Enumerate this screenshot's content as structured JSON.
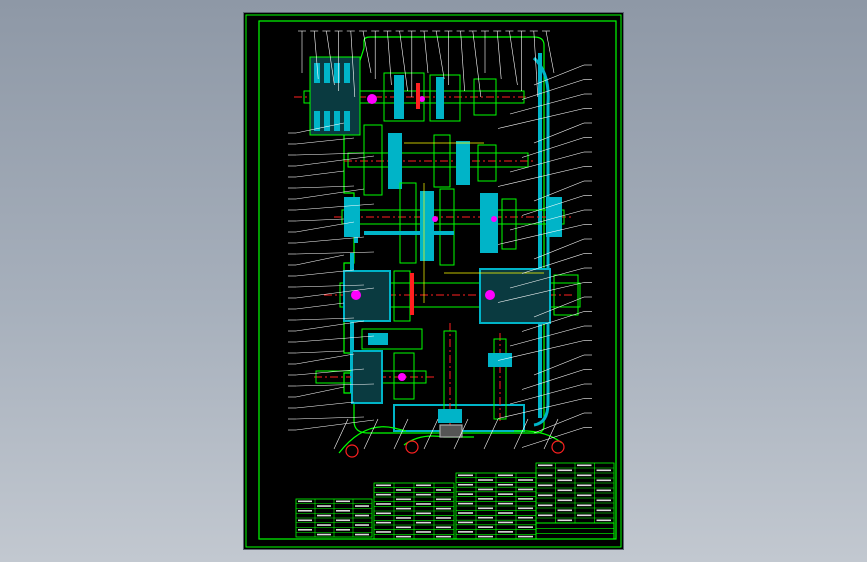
{
  "viewer": {
    "background_colors": [
      "#8e98a6",
      "#c2c8d0"
    ]
  },
  "drawing": {
    "type": "cad-assembly-drawing",
    "subject": "gearbox-section-view",
    "colors": {
      "frame": "#00ff00",
      "outline": "#00ff00",
      "section_hatch": "#00b4c8",
      "solid_fill": "#00c0d0",
      "center_lines": "#ff2020",
      "highlight": "#ff00ff",
      "leader_lines": "#ffffff",
      "dimension": "#ffff00"
    },
    "title_block": {
      "lines": 9,
      "label": ""
    },
    "balloon_count_top": 21,
    "balloon_count_left": 28,
    "balloon_count_right": 26,
    "balloon_count_bottom": 8
  }
}
